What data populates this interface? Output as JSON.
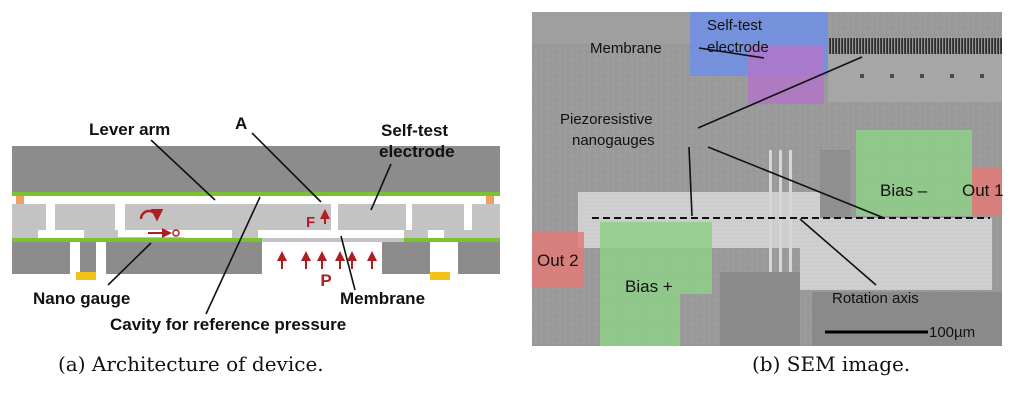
{
  "figure_a": {
    "labels": {
      "lever_arm": "Lever arm",
      "a": "A",
      "self_test_line1": "Self-test",
      "self_test_line2": "electrode",
      "force": "F",
      "pressure": "P",
      "nano_gauge": "Nano gauge",
      "membrane": "Membrane",
      "cavity": "Cavity for reference pressure"
    },
    "caption": "(a) Architecture of device."
  },
  "figure_b": {
    "labels": {
      "self_test_line1": "Self-test",
      "self_test_line2": "electrode",
      "membrane": "Membrane",
      "piezo_line1": "Piezoresistive",
      "piezo_line2": "nanogauges",
      "bias_minus": "Bias –",
      "out1": "Out 1",
      "out2": "Out 2",
      "bias_plus": "Bias +",
      "rotation_axis": "Rotation axis",
      "scale": "100µm"
    },
    "caption": "(b) SEM image."
  },
  "colors": {
    "silicon_dark": "#8c8c8c",
    "silicon_light": "#c3c3c3",
    "oxide_green": "#7ac231",
    "contact_orange": "#f29f5c",
    "pad_yellow": "#f3c31b",
    "arrow_red": "#b01e23",
    "overlay_blue": "#6f8fe6",
    "overlay_purple": "#b276c8",
    "overlay_green": "#8ed08a",
    "overlay_red": "#e07a78",
    "sem_background": "#9a9a9a"
  }
}
